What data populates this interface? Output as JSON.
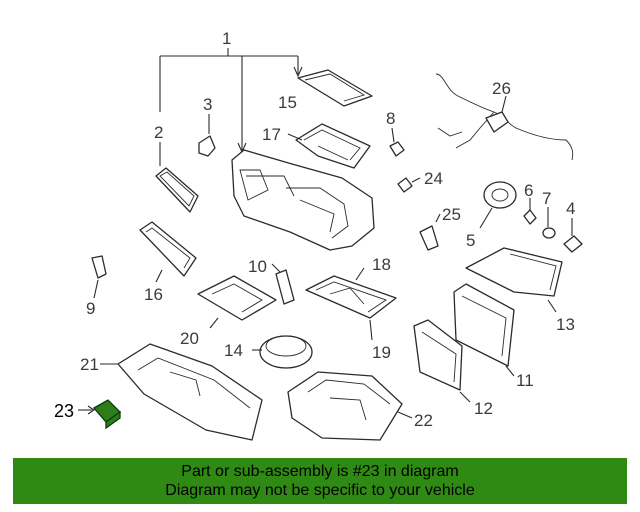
{
  "callouts": {
    "c1": "1",
    "c2": "2",
    "c3": "3",
    "c4": "4",
    "c5": "5",
    "c6": "6",
    "c7": "7",
    "c8": "8",
    "c9": "9",
    "c10": "10",
    "c11": "11",
    "c12": "12",
    "c13": "13",
    "c14": "14",
    "c15": "15",
    "c16": "16",
    "c17": "17",
    "c18": "18",
    "c19": "19",
    "c20": "20",
    "c21": "21",
    "c22": "22",
    "c23": "23",
    "c24": "24",
    "c25": "25",
    "c26": "26"
  },
  "highlighted_part": "23",
  "colors": {
    "highlight_part": "#2e7d1b",
    "banner_background": "#2f8a14",
    "line_art": "#2b2b2b"
  },
  "footer": {
    "line1": "Part or sub-assembly is #23 in diagram",
    "line2": "Diagram may not be specific to your vehicle"
  }
}
